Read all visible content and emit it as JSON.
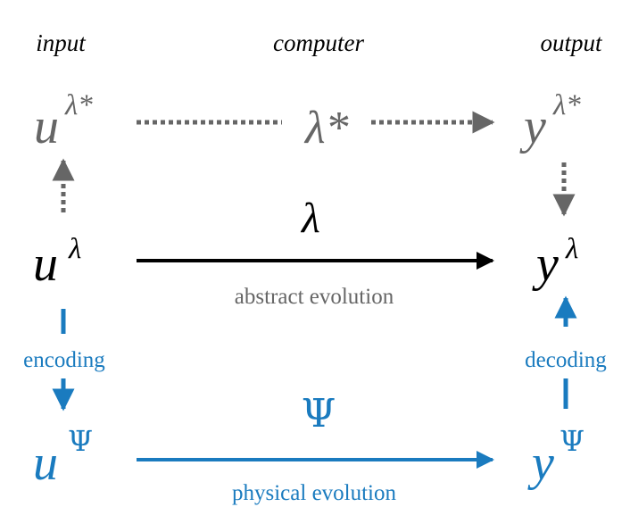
{
  "headers": {
    "input": "input",
    "computer": "computer",
    "output": "output"
  },
  "nodes": {
    "u_star": {
      "base": "u",
      "sup": "λ*"
    },
    "lambda_star": {
      "text": "λ*"
    },
    "y_star": {
      "base": "y",
      "sup": "λ*"
    },
    "u_lambda": {
      "base": "u",
      "sup": "λ"
    },
    "lambda": {
      "text": "λ"
    },
    "y_lambda": {
      "base": "y",
      "sup": "λ"
    },
    "u_psi": {
      "base": "u",
      "sup": "Ψ"
    },
    "psi": {
      "text": "Ψ"
    },
    "y_psi": {
      "base": "y",
      "sup": "Ψ"
    }
  },
  "captions": {
    "abstract": "abstract evolution",
    "physical": "physical evolution",
    "encoding": "encoding",
    "decoding": "decoding"
  },
  "colors": {
    "gray": "#666666",
    "black": "#000000",
    "blue": "#1a7bbf"
  }
}
